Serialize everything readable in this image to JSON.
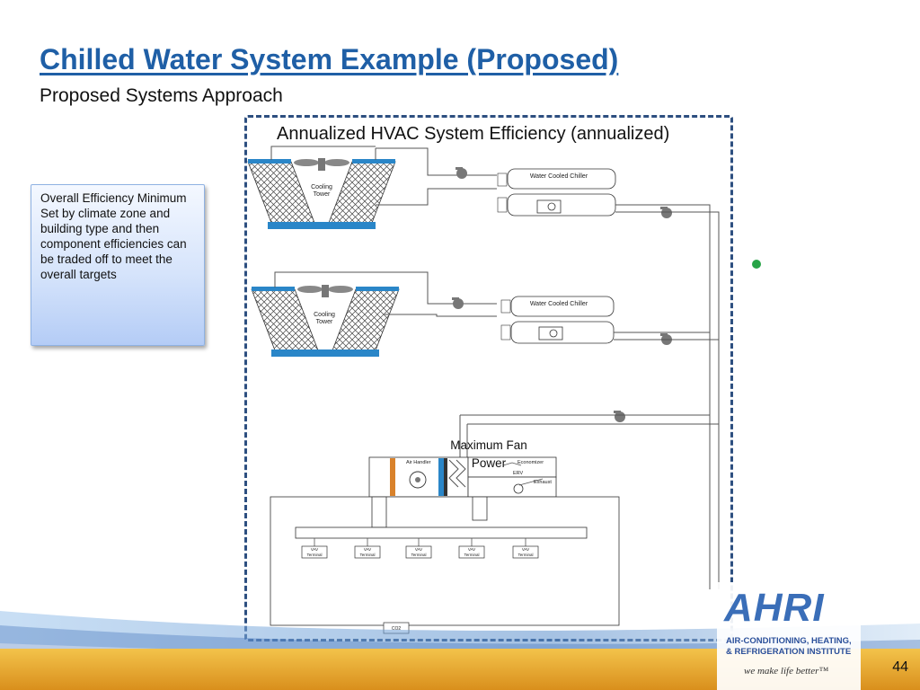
{
  "slide": {
    "title": "Chilled Water System Example (Proposed)",
    "subtitle": "Proposed Systems Approach",
    "page_number": "44"
  },
  "note_box": {
    "text": "Overall Efficiency Minimum Set by climate zone and building type and then component efficiencies can be traded off to meet the overall targets"
  },
  "diagram": {
    "title": "Annualized HVAC System Efficiency (annualized)",
    "cooling_tower_label_line1": "Cooling",
    "cooling_tower_label_line2": "Tower",
    "chiller_label": "Water Cooled Chiller",
    "air_handler_label": "Air Handler",
    "economizer_label": "Economizer",
    "erv_label": "ERV",
    "exhaust_label": "Exhaust",
    "vav_label_line1": "VAV",
    "vav_label_line2": "Terminal",
    "co2_label": "CO2",
    "fan_power_label": "Maximum Fan Power",
    "colors": {
      "basin": "#2a86c8",
      "frame": "#2d4f80",
      "bullet": "#27a447"
    }
  },
  "logo": {
    "name": "AHRI",
    "subtitle_line1": "AIR-CONDITIONING, HEATING,",
    "subtitle_line2": "& REFRIGERATION INSTITUTE",
    "tagline": "we make life better™"
  }
}
